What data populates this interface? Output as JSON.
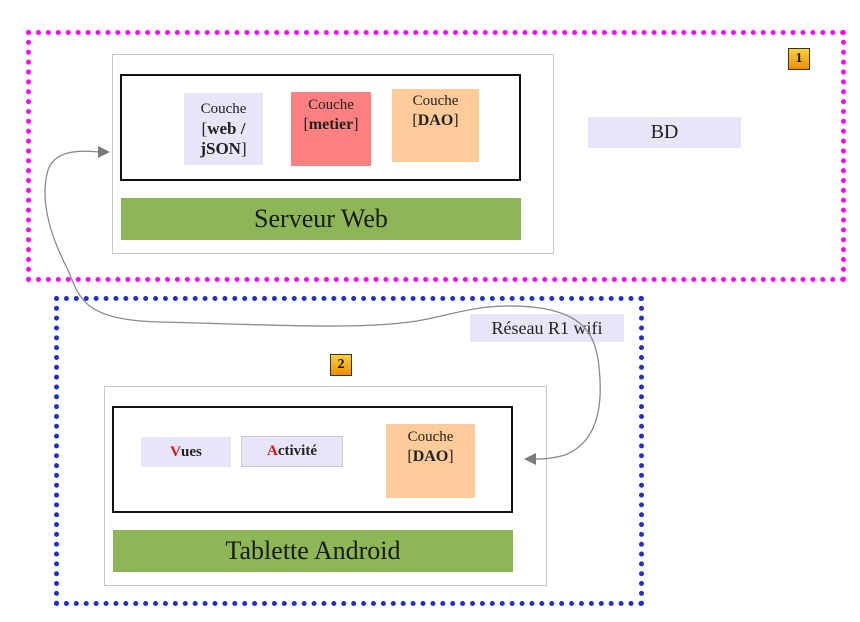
{
  "server_zone": {
    "badge": "1",
    "layer_web": {
      "word": "Couche",
      "open": "[",
      "bold1": "web /",
      "bold2": "jSON",
      "close": "]"
    },
    "layer_metier": {
      "word": "Couche",
      "open": "[",
      "bold": "metier",
      "close": "]"
    },
    "layer_dao": {
      "word": "Couche",
      "open": "[",
      "bold": "DAO",
      "close": "]"
    },
    "bd": "BD",
    "server_label": "Serveur Web"
  },
  "network": {
    "label": "Réseau R1 wifi"
  },
  "client_zone": {
    "badge": "2",
    "vues": {
      "first": "V",
      "rest": "ues"
    },
    "activite": {
      "first": "A",
      "rest": "ctivité"
    },
    "layer_dao": {
      "word": "Couche",
      "open": "[",
      "bold": "DAO",
      "close": "]"
    },
    "tablet_label": "Tablette Android"
  },
  "colors": {
    "zone1_border": "#ff00ff",
    "zone2_border": "#1f2fd6",
    "metier_fill": "#ff8080",
    "dao_fill": "#ffcc99",
    "label_fill": "#e6e6f8",
    "green_fill": "#8db657"
  }
}
